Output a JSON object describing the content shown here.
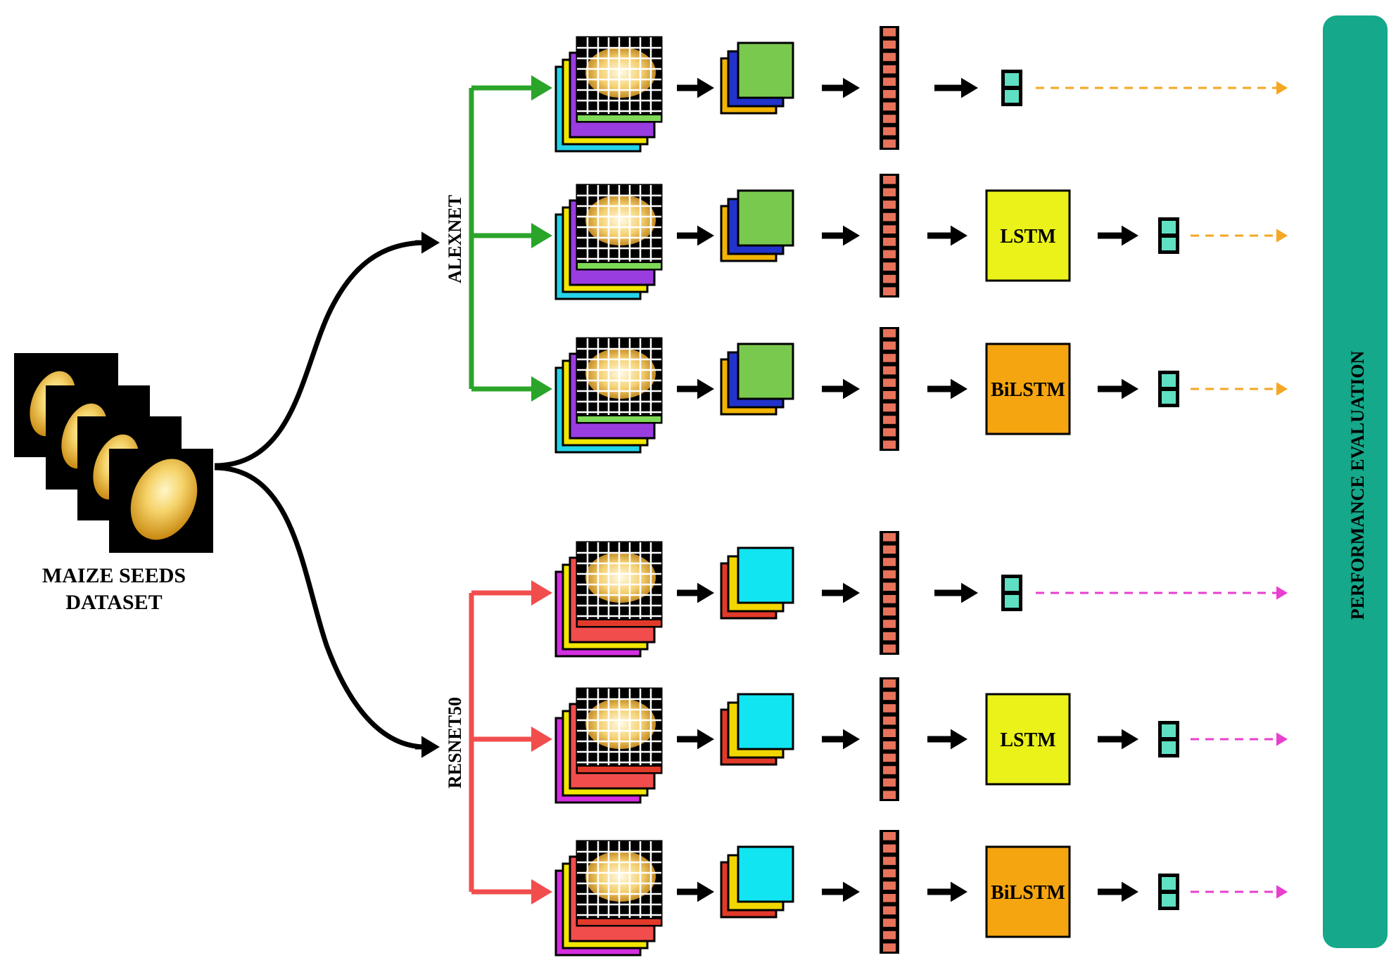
{
  "dataset": {
    "label_line1": "MAIZE SEEDS",
    "label_line2": "DATASET"
  },
  "branches": [
    {
      "name": "ALEXNET",
      "arrow_color": "#2aa52a",
      "input_layer_colors": [
        "#26d4e8",
        "#f2e600",
        "#9a3de0",
        "#7ed957"
      ],
      "block_colors": {
        "front": "#7ac94f",
        "middle": "#2233cc",
        "back": "#f2b400"
      },
      "eval_arrow_color": "#f5a623",
      "pipelines": [
        {
          "module": ""
        },
        {
          "module": "LSTM"
        },
        {
          "module": "BiLSTM"
        }
      ]
    },
    {
      "name": "RESNET50",
      "arrow_color": "#f24d4d",
      "input_layer_colors": [
        "#d42ee0",
        "#f2e600",
        "#f24d4d",
        "#e13a2a"
      ],
      "block_colors": {
        "front": "#11e5f2",
        "middle": "#f2d600",
        "back": "#e13a2a"
      },
      "eval_arrow_color": "#e83fcf",
      "pipelines": [
        {
          "module": ""
        },
        {
          "module": "LSTM"
        },
        {
          "module": "BiLSTM"
        }
      ]
    }
  ],
  "modules": {
    "LSTM": {
      "color": "#eaf21a"
    },
    "BiLSTM": {
      "color": "#f5a50f"
    }
  },
  "colors": {
    "feature_vector": "#e8735a",
    "output_cell": "#5fe0c2",
    "evaluation_bar": "#15a88a"
  },
  "evaluation": {
    "label": "PERFORMANCE EVALUATION"
  }
}
